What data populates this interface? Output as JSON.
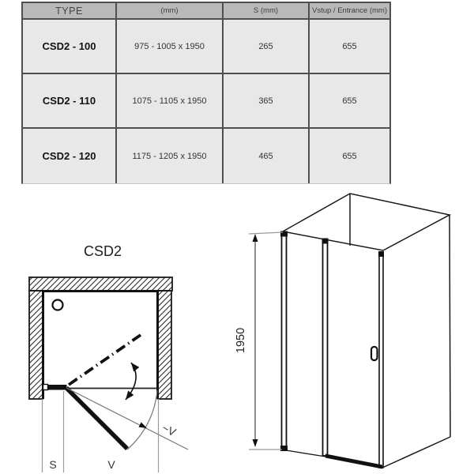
{
  "table": {
    "headers": {
      "type": "TYPE",
      "dimensions": "(mm)",
      "s": "S (mm)",
      "entrance": "Vstup / Entrance (mm)"
    },
    "rows": [
      {
        "type": "CSD2 - 100",
        "dimensions": "975 - 1005 x 1950",
        "s": "265",
        "entrance": "655"
      },
      {
        "type": "CSD2 - 110",
        "dimensions": "1075 - 1105 x 1950",
        "s": "365",
        "entrance": "655"
      },
      {
        "type": "CSD2 - 120",
        "dimensions": "1175 - 1205 x 1950",
        "s": "465",
        "entrance": "655"
      }
    ]
  },
  "plan_diagram": {
    "title": "CSD2",
    "fixed_width_label": "S",
    "door_width_label": "V",
    "swing_label": "~V"
  },
  "perspective_diagram": {
    "height_label": "1950"
  },
  "colors": {
    "header_bg": "#b9b9b9",
    "row_bg": "#e8e8e8",
    "table_border": "#4f4f4f",
    "drawing_line": "#1a1a1a",
    "thin_gray_line": "#999999"
  }
}
